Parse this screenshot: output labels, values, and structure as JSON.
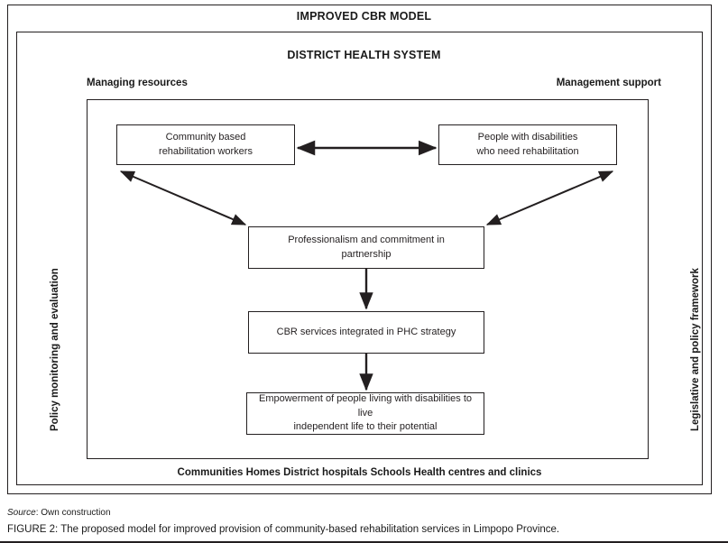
{
  "figure": {
    "model_title": "IMPROVED CBR MODEL",
    "system_title": "DISTRICT HEALTH SYSTEM",
    "top_left_label": "Managing resources",
    "top_right_label": "Management support",
    "left_side_label": "Policy monitoring and evaluation",
    "right_side_label": "Legislative and policy framework",
    "footer_strip": "Communities Homes District hospitals Schools Health centres and clinics",
    "source_word": "Source",
    "source_rest": ": Own construction",
    "caption": "FIGURE 2: The proposed model for improved provision of community-based rehabilitation services in Limpopo Province."
  },
  "nodes": [
    {
      "id": "cbr-workers",
      "line1": "Community based",
      "line2": "rehabilitation workers"
    },
    {
      "id": "people-disab",
      "line1": "People with disabilities",
      "line2": "who need rehabilitation"
    },
    {
      "id": "professional",
      "line1": "Professionalism and commitment in",
      "line2": "partnership"
    },
    {
      "id": "phc-strategy",
      "line1": "CBR services integrated in PHC strategy",
      "line2": ""
    },
    {
      "id": "empowerment",
      "line1": "Empowerment of people living with disabilities to live",
      "line2": "independent life to their potential"
    }
  ],
  "connectors": [
    {
      "name": "arrow-workers-to-people",
      "type": "double-headed-horizontal"
    },
    {
      "name": "arrow-workers-to-professionalism",
      "type": "double-headed-diagonal"
    },
    {
      "name": "arrow-people-to-professionalism",
      "type": "double-headed-diagonal"
    },
    {
      "name": "arrow-professionalism-to-phc",
      "type": "single-headed-vertical"
    },
    {
      "name": "arrow-phc-to-empowerment",
      "type": "single-headed-vertical"
    }
  ],
  "colors": {
    "ink": "#231f20",
    "background": "#ffffff"
  }
}
